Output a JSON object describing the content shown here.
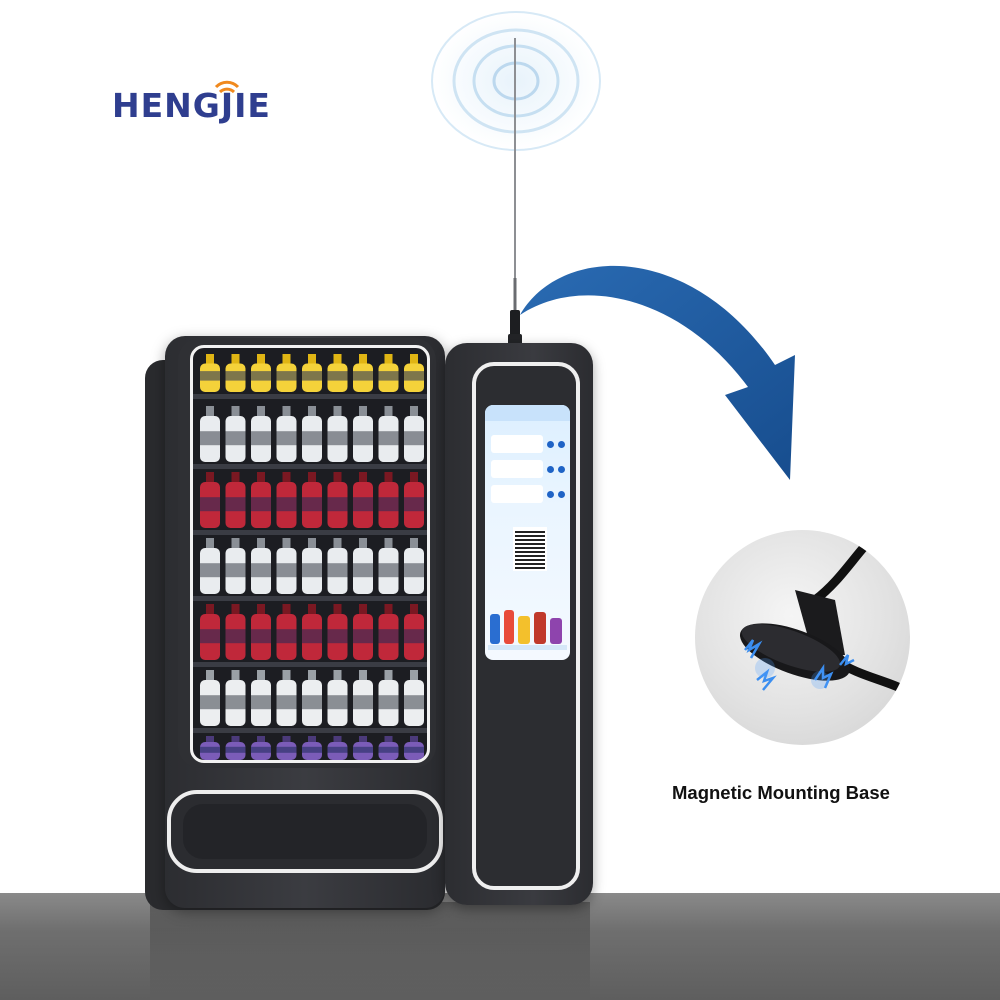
{
  "brand": {
    "name": "HENGJIE",
    "primary_color": "#2f3e8f",
    "accent_color": "#f0891e"
  },
  "caption": {
    "text": "Magnetic Mounting Base"
  },
  "scene": {
    "product": "vending-machine",
    "accessory": "antenna",
    "arrow_color": "#1f5a9e",
    "floor_color": "#6f6f6f"
  }
}
